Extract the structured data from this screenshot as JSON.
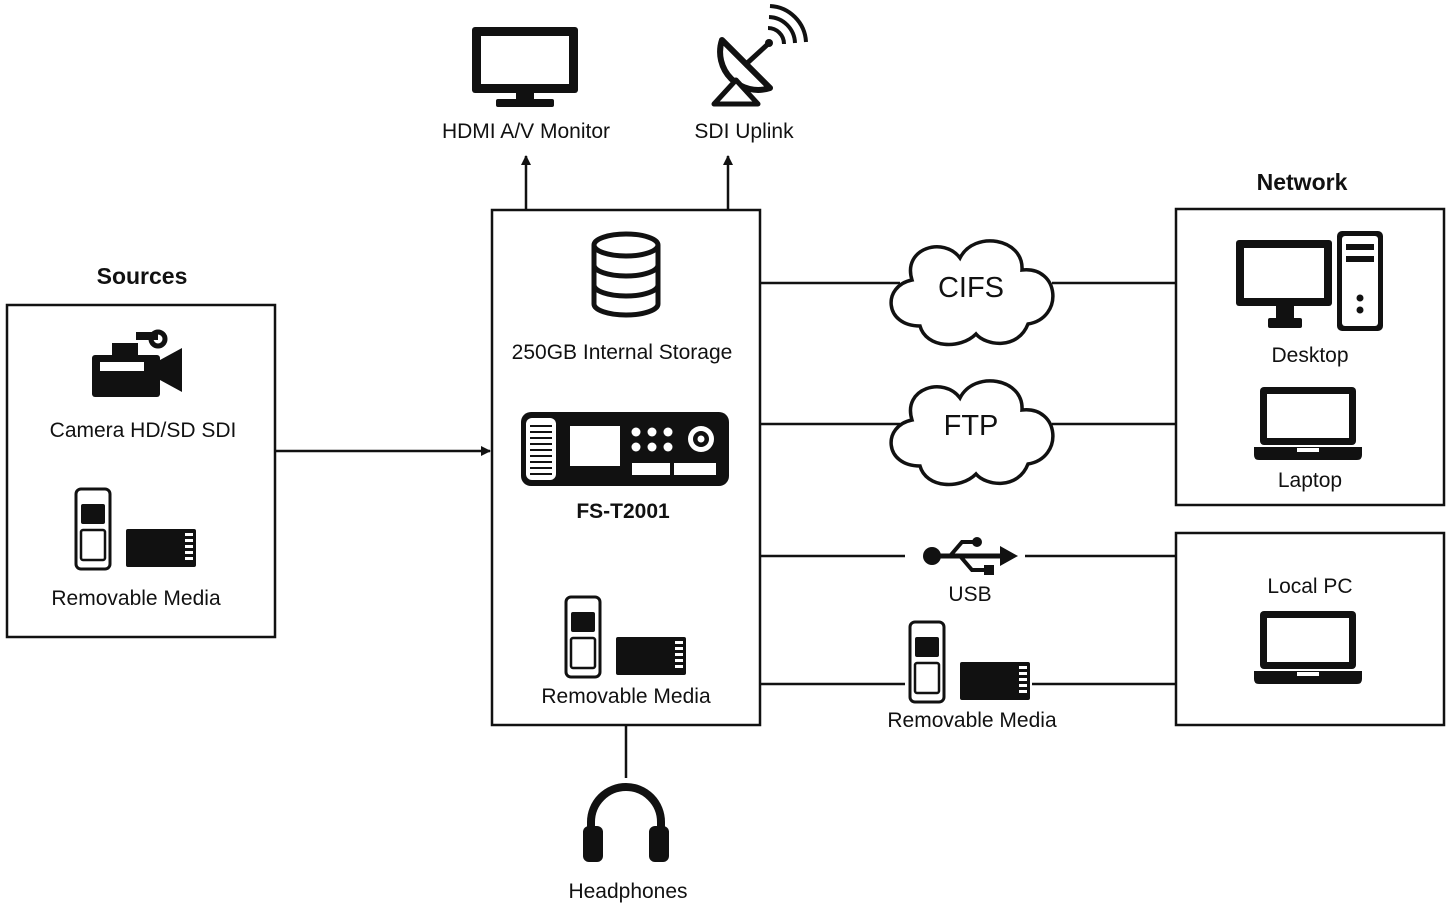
{
  "headers": {
    "sources": "Sources",
    "network": "Network"
  },
  "outputs": {
    "monitor": "HDMI A/V Monitor",
    "uplink": "SDI Uplink",
    "headphones": "Headphones"
  },
  "sources": {
    "camera": "Camera HD/SD SDI",
    "media": "Removable Media"
  },
  "device": {
    "storage": "250GB Internal Storage",
    "name": "FS-T2001",
    "media": "Removable Media"
  },
  "links": {
    "cifs": "CIFS",
    "ftp": "FTP",
    "usb": "USB",
    "media": "Removable Media"
  },
  "network": {
    "desktop": "Desktop",
    "laptop": "Laptop"
  },
  "local": {
    "title": "Local PC"
  },
  "icons": [
    "monitor-icon",
    "satellite-dish-icon",
    "database-icon",
    "recorder-icon",
    "camera-icon",
    "media-card-icon",
    "cloud-icon",
    "usb-icon",
    "desktop-icon",
    "laptop-icon",
    "headphones-icon"
  ]
}
